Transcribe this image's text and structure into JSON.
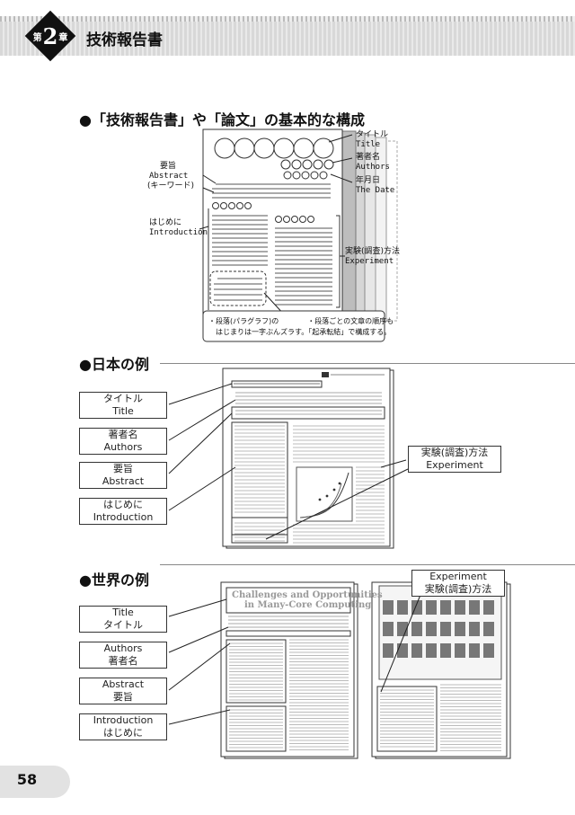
{
  "header": {
    "chapter_prefix": "第",
    "chapter_number": "2",
    "chapter_suffix": "章",
    "title": "技術報告書"
  },
  "section1": {
    "title": "●「技術報告書」や「論文」の基本的な構成",
    "labels": {
      "title_jp": "タイトル",
      "title_en": "Title",
      "authors_jp": "著者名",
      "authors_en": "Authors",
      "date_jp": "年月日",
      "date_en": "The Date",
      "abstract_jp": "要旨",
      "abstract_en": "Abstract",
      "keywords": "(キーワード)",
      "intro_jp": "はじめに",
      "intro_en": "Introduction",
      "experiment_jp": "実験(調査)方法",
      "experiment_en": "Experiment"
    },
    "note_lines": [
      "・段落(パラグラフ)の　　　　・段落ごとの文章の順序も",
      "　はじまりは一字ぶんズラす。「起承転結」で構成する。"
    ]
  },
  "section2": {
    "title": "●日本の例",
    "boxes": [
      {
        "jp": "タイトル",
        "en": "Title"
      },
      {
        "jp": "著者名",
        "en": "Authors"
      },
      {
        "jp": "要旨",
        "en": "Abstract"
      },
      {
        "jp": "はじめに",
        "en": "Introduction"
      }
    ],
    "experiment_box": {
      "jp": "実験(調査)方法",
      "en": "Experiment"
    }
  },
  "section3": {
    "title": "●世界の例",
    "boxes": [
      {
        "en": "Title",
        "jp": "タイトル"
      },
      {
        "en": "Authors",
        "jp": "著者名"
      },
      {
        "en": "Abstract",
        "jp": "要旨"
      },
      {
        "en": "Introduction",
        "jp": "はじめに"
      }
    ],
    "experiment_box": {
      "en": "Experiment",
      "jp": "実験(調査)方法"
    },
    "paper_title_lines": [
      "Challenges and Opportunities",
      "in Many-Core Computing"
    ]
  },
  "page_number": "58"
}
